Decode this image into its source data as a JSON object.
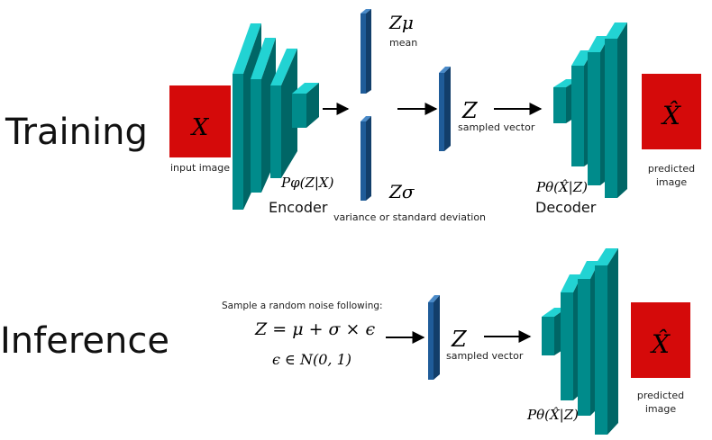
{
  "training": {
    "row_label": "Training",
    "input_symbol": "X",
    "input_caption": "input image",
    "encoder_formula": "Pφ(Z|X)",
    "encoder_label": "Encoder",
    "mean_symbol": "Zμ",
    "mean_caption": "mean",
    "sigma_symbol": "Zσ",
    "sigma_caption": "variance or standard deviation",
    "z_symbol": "Z",
    "z_caption": "sampled vector",
    "decoder_formula": "Pθ(X̂|Z)",
    "decoder_label": "Decoder",
    "output_symbol": "X̂",
    "output_caption_1": "predicted",
    "output_caption_2": "image"
  },
  "inference": {
    "row_label": "Inference",
    "noise_caption": "Sample a random noise following:",
    "noise_formula": "Z = μ + σ × ϵ",
    "epsilon_formula": "ϵ ∈ N(0, 1)",
    "z_symbol": "Z",
    "z_caption": "sampled vector",
    "decoder_formula": "Pθ(X̂|Z)",
    "output_symbol": "X̂",
    "output_caption_1": "predicted",
    "output_caption_2": "image"
  },
  "colors": {
    "image_red": "#d50a0a",
    "layer_face": "#008b8b",
    "layer_top": "#22d3d3",
    "layer_side": "#006666",
    "vector_face": "#1f5c99",
    "vector_top": "#4a8ac8",
    "arrow": "#000000"
  }
}
